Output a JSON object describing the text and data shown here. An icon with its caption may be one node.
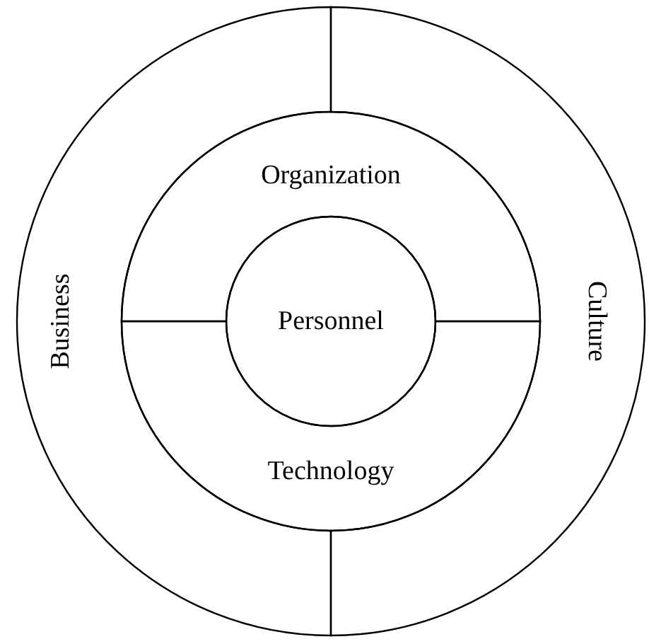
{
  "diagram": {
    "nodes": [
      {
        "text": [
          "Business"
        ]
      },
      {
        "text": [
          "Culture"
        ]
      },
      {
        "text": [
          "Organization"
        ]
      },
      {
        "text": [
          "Technology"
        ]
      },
      {
        "text": [
          "Personnel"
        ]
      }
    ]
  }
}
